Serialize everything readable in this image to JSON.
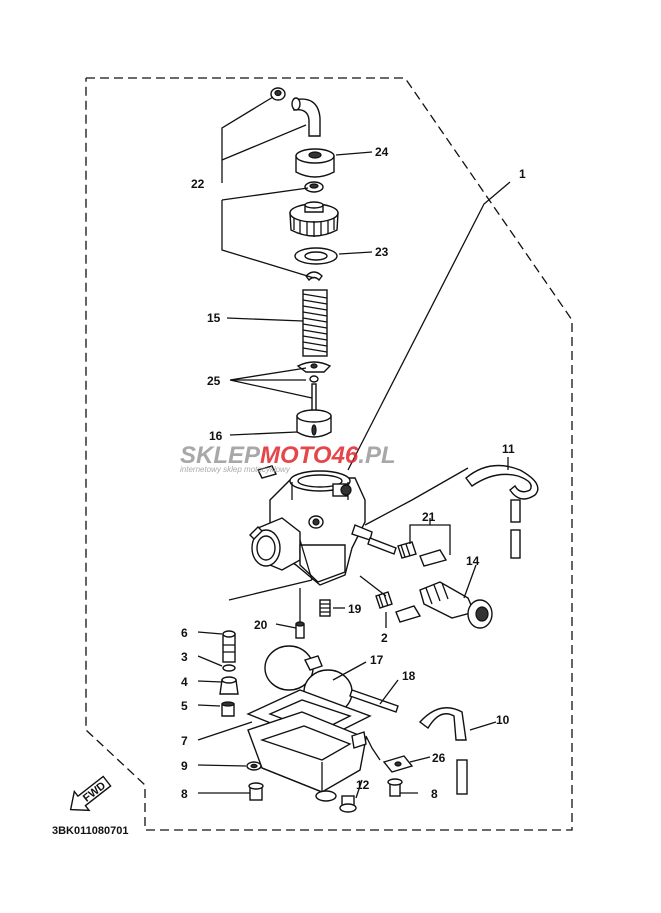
{
  "watermark": {
    "brand_part1": "SKLEP",
    "brand_part2": "MOTO",
    "brand_part3": "46",
    "brand_part4": ".PL",
    "tagline": "internetowy sklep motocyklowy"
  },
  "labels": {
    "l1": "1",
    "l2": "2",
    "l3": "3",
    "l4": "4",
    "l5": "5",
    "l6": "6",
    "l7": "7",
    "l8a": "8",
    "l8b": "8",
    "l9": "9",
    "l10": "10",
    "l11": "11",
    "l12": "12",
    "l14": "14",
    "l15": "15",
    "l16": "16",
    "l17": "17",
    "l18": "18",
    "l19": "19",
    "l20": "20",
    "l21": "21",
    "l22": "22",
    "l23": "23",
    "l24": "24",
    "l25": "25",
    "l26": "26"
  },
  "fwd": "FWD",
  "diagram_code": "3BK011080701",
  "colors": {
    "line": "#111111",
    "brand_dark": "#9a9a9a",
    "brand_red": "#e0262b"
  }
}
